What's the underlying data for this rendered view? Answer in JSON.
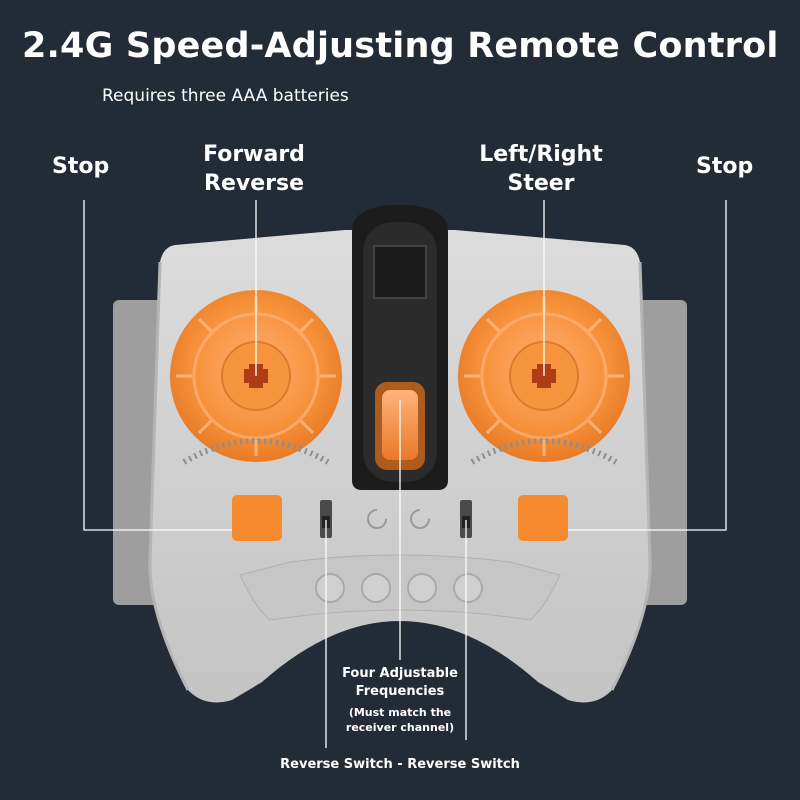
{
  "header": {
    "title": "2.4G Speed-Adjusting Remote Control",
    "subtitle": "Requires three AAA batteries"
  },
  "callouts": {
    "stop_left": "Stop",
    "forward_line1": "Forward",
    "forward_line2": "Reverse",
    "steer_line1": "Left/Right",
    "steer_line2": "Steer",
    "stop_right": "Stop",
    "freq_line1": "Four Adjustable",
    "freq_line2": "Frequencies",
    "freq_note_line1": "(Must match the",
    "freq_note_line2": "receiver channel)",
    "reverse_switch": "Reverse Switch - Reverse Switch"
  },
  "colors": {
    "background": "#232b36",
    "body": "#d3d3d3",
    "wheel": "#f7923b",
    "accent_orange": "#f58a2e"
  }
}
